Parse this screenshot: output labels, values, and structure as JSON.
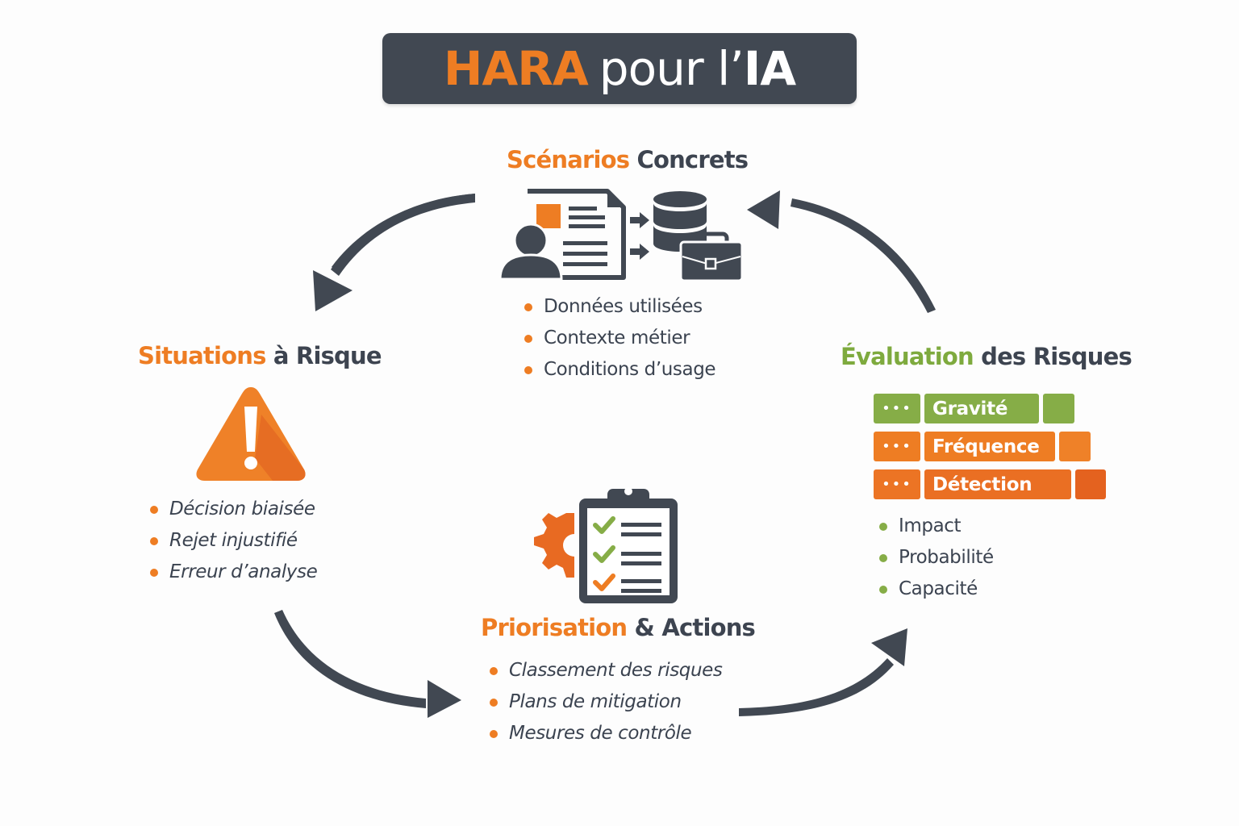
{
  "title": {
    "accent": "HARA",
    "middle": "pour l’",
    "end": "IA"
  },
  "colors": {
    "orange": "#ee7d23",
    "dark_orange": "#e4621f",
    "green": "#86ad47",
    "dark": "#414852",
    "background": "#fdfdfd"
  },
  "sections": {
    "scenarios": {
      "heading_accent": "Scénarios",
      "heading_rest": " Concrets",
      "icon": "document-person-database-briefcase-icon",
      "items": [
        "Données utilisées",
        "Contexte métier",
        "Conditions d’usage"
      ]
    },
    "situations": {
      "heading_accent": "Situations",
      "heading_rest": " à Risque",
      "icon": "warning-triangle-icon",
      "items": [
        "Décision biaisée",
        "Rejet injustifié",
        "Erreur d’analyse"
      ]
    },
    "evaluation": {
      "heading_accent": "Évaluation",
      "heading_rest": " des Risques",
      "rows": [
        {
          "dots": "•••",
          "label": "Gravité",
          "color": "#86ad47"
        },
        {
          "dots": "•••",
          "label": "Fréquence",
          "color": "#ee7d23"
        },
        {
          "dots": "•••",
          "label": "Détection",
          "color": "#e86a22"
        }
      ],
      "items": [
        "Impact",
        "Probabilité",
        "Capacité"
      ]
    },
    "priorisation": {
      "heading_accent": "Priorisation",
      "heading_rest": " & Actions",
      "icon": "clipboard-checklist-gear-icon",
      "items": [
        "Classement des risques",
        "Plans de mitigation",
        "Mesures de contrôle"
      ]
    }
  },
  "arrows": [
    {
      "from": "scenarios",
      "to": "situations"
    },
    {
      "from": "situations",
      "to": "priorisation"
    },
    {
      "from": "priorisation",
      "to": "evaluation"
    },
    {
      "from": "evaluation",
      "to": "scenarios"
    }
  ]
}
